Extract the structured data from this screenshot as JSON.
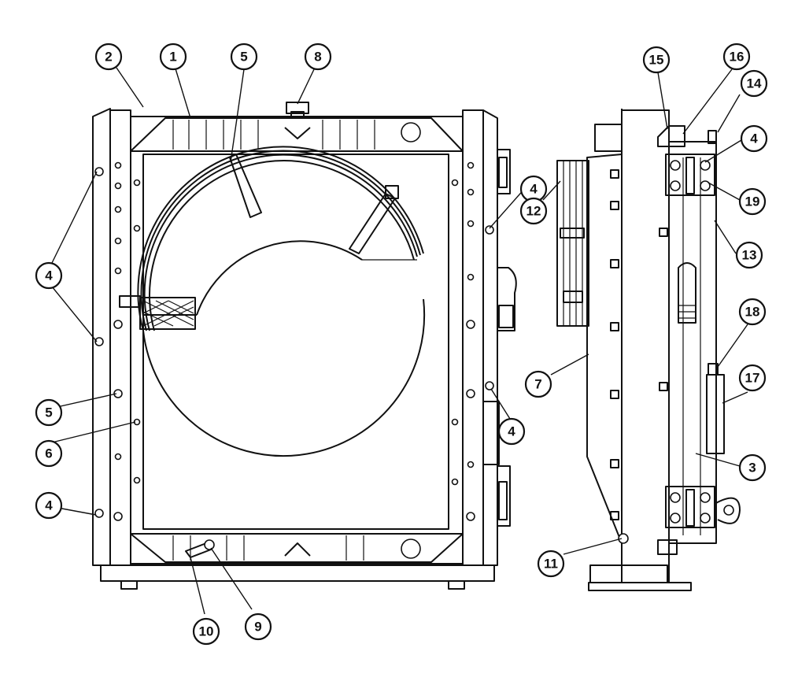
{
  "callouts": [
    {
      "id": "c2",
      "label": "2"
    },
    {
      "id": "c1",
      "label": "1"
    },
    {
      "id": "c5a",
      "label": "5"
    },
    {
      "id": "c8",
      "label": "8"
    },
    {
      "id": "c15",
      "label": "15"
    },
    {
      "id": "c16",
      "label": "16"
    },
    {
      "id": "c14",
      "label": "14"
    },
    {
      "id": "c4a",
      "label": "4"
    },
    {
      "id": "c19",
      "label": "19"
    },
    {
      "id": "c4b",
      "label": "4"
    },
    {
      "id": "c12",
      "label": "12"
    },
    {
      "id": "c13",
      "label": "13"
    },
    {
      "id": "c4c",
      "label": "4"
    },
    {
      "id": "c18",
      "label": "18"
    },
    {
      "id": "c7",
      "label": "7"
    },
    {
      "id": "c17",
      "label": "17"
    },
    {
      "id": "c4d",
      "label": "4"
    },
    {
      "id": "c5b",
      "label": "5"
    },
    {
      "id": "c6",
      "label": "6"
    },
    {
      "id": "c3",
      "label": "3"
    },
    {
      "id": "c4e",
      "label": "4"
    },
    {
      "id": "c11",
      "label": "11"
    },
    {
      "id": "c10",
      "label": "10"
    },
    {
      "id": "c9",
      "label": "9"
    }
  ]
}
